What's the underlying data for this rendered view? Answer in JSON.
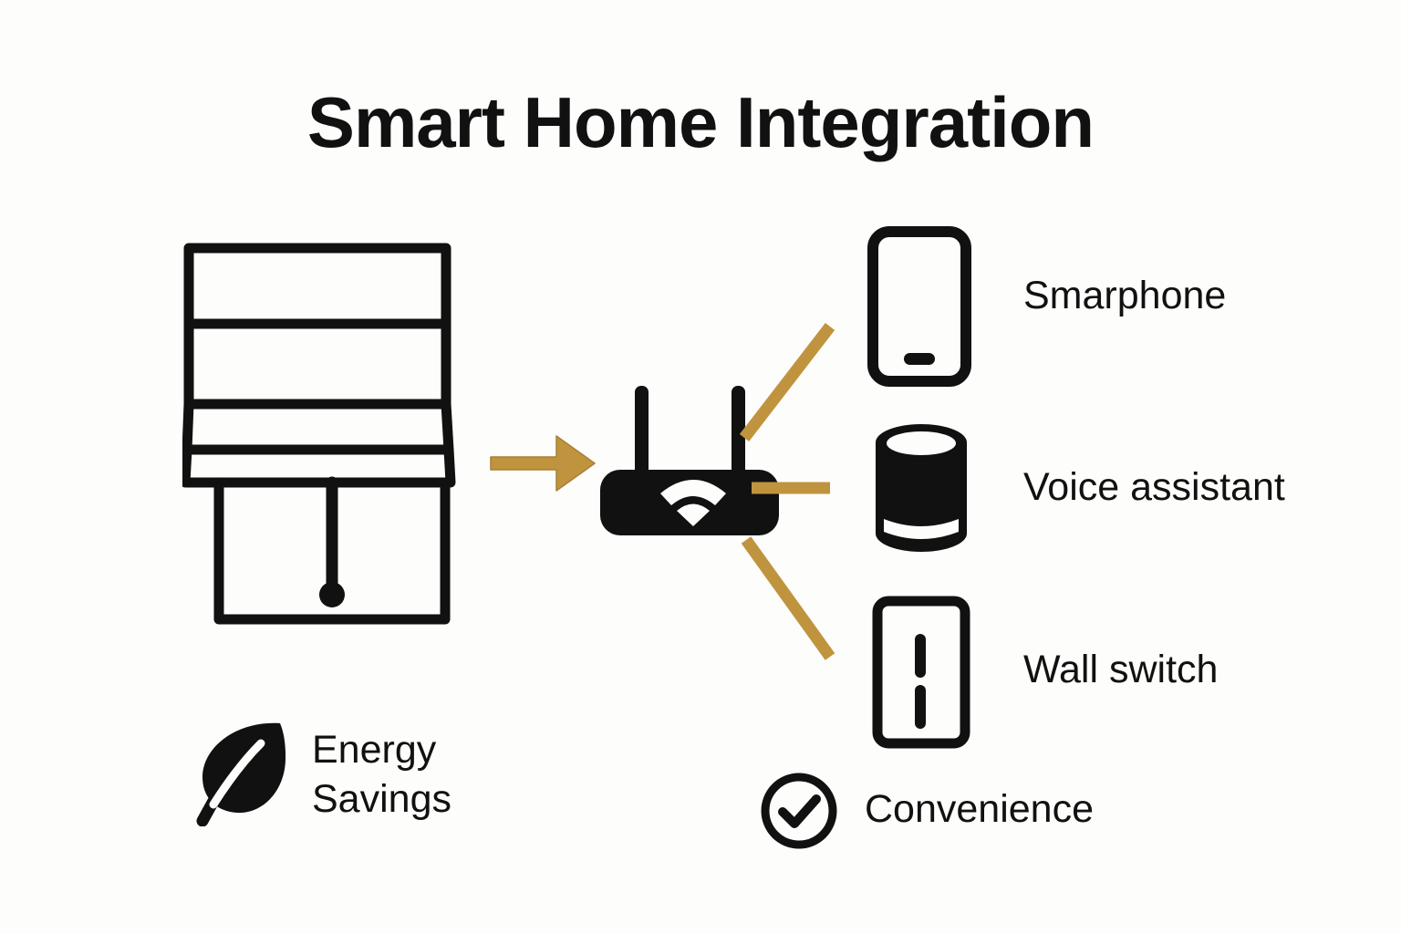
{
  "page": {
    "title": "Smart Home Integration",
    "background_color": "#fdfdfb",
    "ink_color": "#111111",
    "accent_color": "#c0943f"
  },
  "source": {
    "icon": "window-blind-icon",
    "label": ""
  },
  "flow": {
    "arrow": "right-arrow-icon",
    "arrow_color": "#c0943f"
  },
  "hub": {
    "icon": "wifi-router-icon",
    "signal_icon": "wifi-signal-icon"
  },
  "devices": [
    {
      "icon": "smartphone-icon",
      "label": "Smarphone"
    },
    {
      "icon": "smart-speaker-icon",
      "label": "Voice assistant"
    },
    {
      "icon": "wall-switch-icon",
      "label": "Wall switch"
    }
  ],
  "benefits": [
    {
      "icon": "leaf-icon",
      "line1": "Energy",
      "line2": "Savings"
    },
    {
      "icon": "check-circle-icon",
      "label": "Convenience"
    }
  ]
}
